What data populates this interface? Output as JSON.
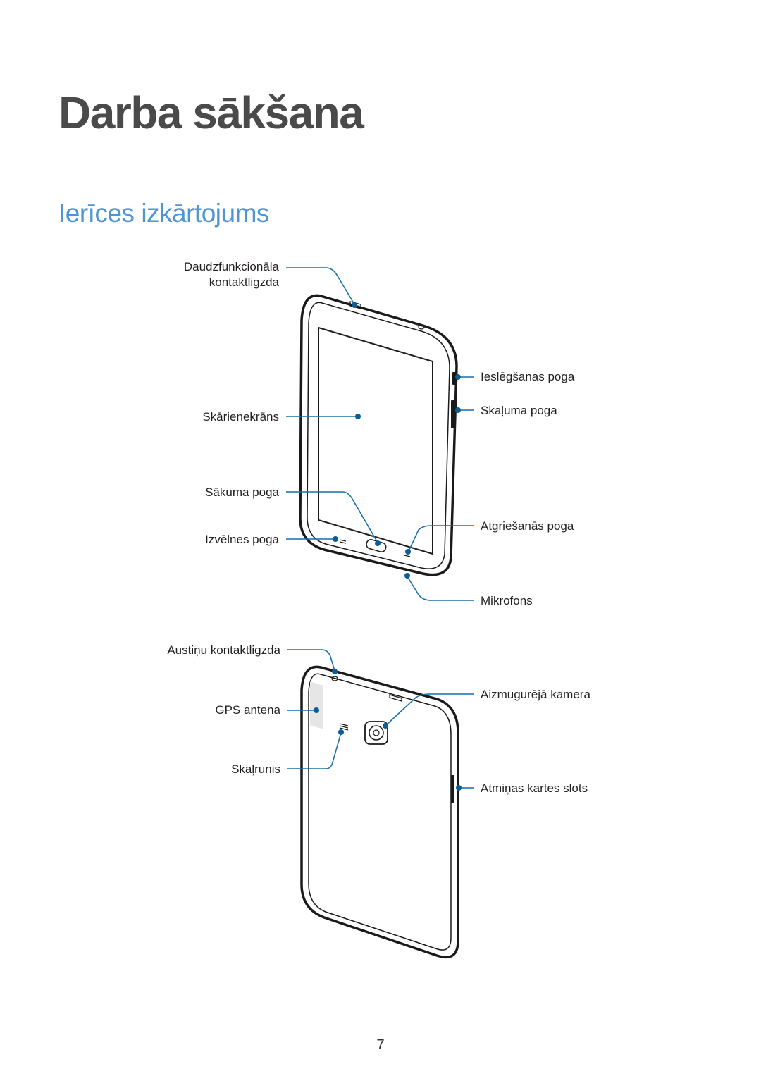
{
  "chapter_title": "Darba sākšana",
  "section_title": "Ierīces izkārtojums",
  "page_number": "7",
  "colors": {
    "heading": "#4a4a4a",
    "section": "#4e94d6",
    "callout": "#1b6fa8"
  },
  "front_labels": {
    "multifunction_jack_line1": "Daudzfunkcionāla",
    "multifunction_jack_line2": "kontaktligzda",
    "touchscreen": "Skārienekrāns",
    "home_button": "Sākuma poga",
    "menu_button": "Izvēlnes poga",
    "power_button": "Ieslēgšanas poga",
    "volume_button": "Skaļuma poga",
    "back_button": "Atgriešanās poga",
    "microphone": "Mikrofons"
  },
  "back_labels": {
    "headset_jack": "Austiņu kontaktligzda",
    "gps_antenna": "GPS antena",
    "speaker": "Skaļrunis",
    "rear_camera": "Aizmugurējā kamera",
    "memory_card_slot": "Atmiņas kartes slots"
  }
}
